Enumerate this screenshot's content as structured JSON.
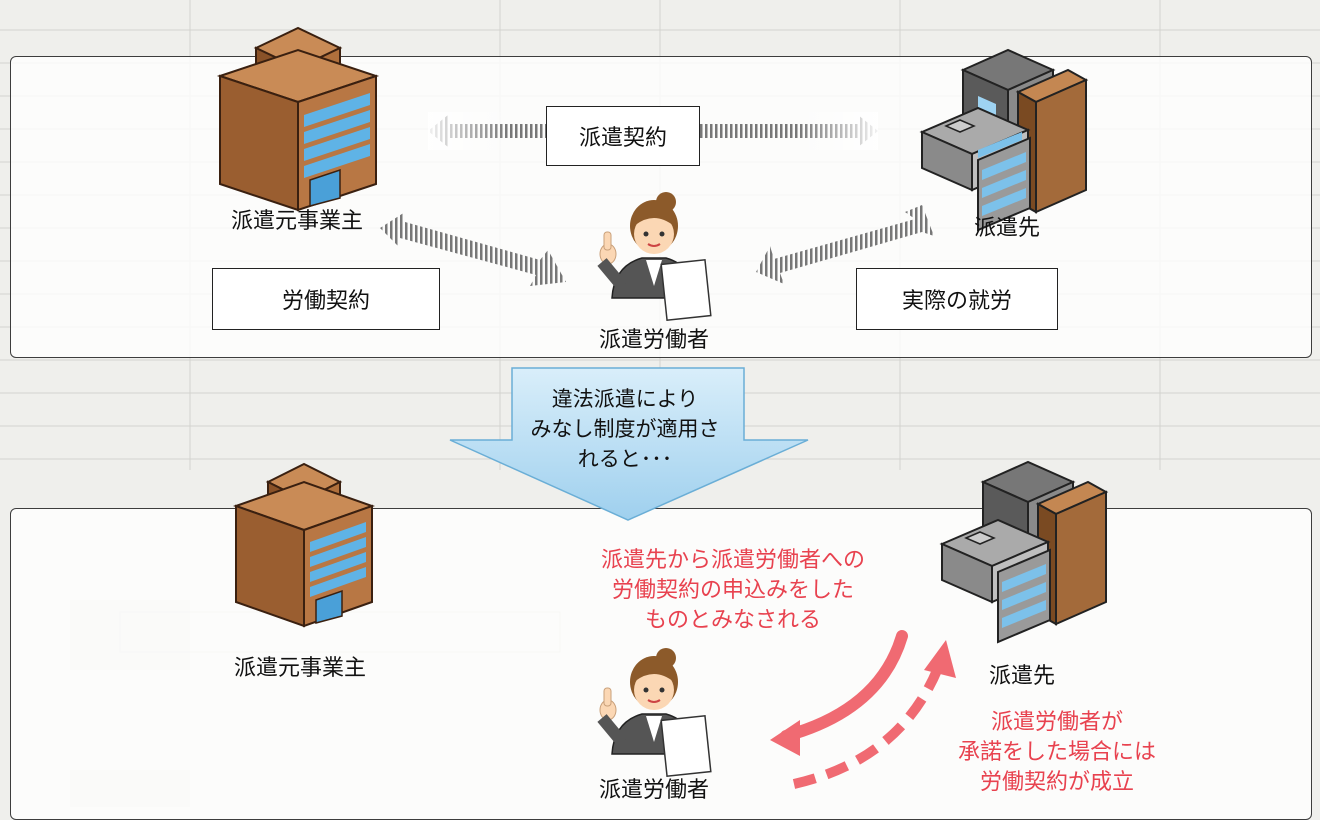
{
  "top_panel": {
    "haken_moto": "派遣元事業主",
    "hakensaki": "派遣先",
    "worker": "派遣労働者",
    "contract_dispatch": "派遣契約",
    "contract_labor": "労働契約",
    "actual_work": "実際の就労"
  },
  "transition": {
    "line1": "違法派遣により",
    "line2": "みなし制度が適用さ",
    "line3": "れると･･･"
  },
  "bottom_panel": {
    "haken_moto": "派遣元事業主",
    "hakensaki": "派遣先",
    "worker": "派遣労働者",
    "offer_line1": "派遣先から派遣労働者への",
    "offer_line2": "労働契約の申込みをした",
    "offer_line3": "ものとみなされる",
    "accept_line1": "派遣労働者が",
    "accept_line2": "承諾をした場合には",
    "accept_line3": "労働契約が成立"
  },
  "colors": {
    "accent_red": "#e8424f",
    "arrow_blue": "#b5dbf2",
    "building_brown": "#a0643a"
  },
  "icons": [
    "office-building-icon",
    "building-complex-icon",
    "worker-icon"
  ]
}
